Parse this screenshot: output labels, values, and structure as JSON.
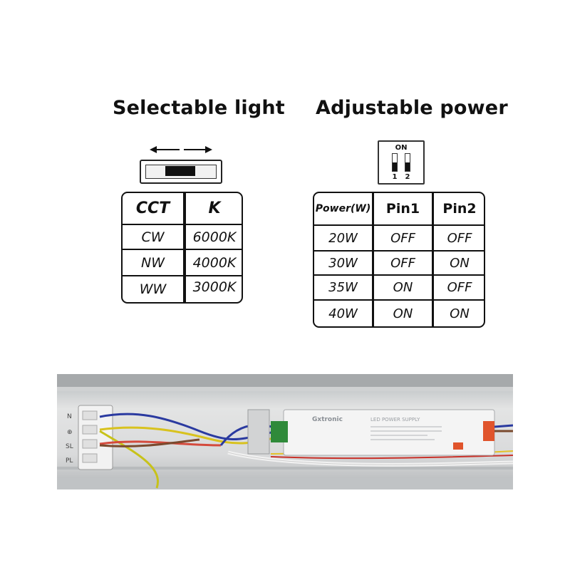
{
  "selectable_light": {
    "title": "Selectable light",
    "table": {
      "headers": [
        "CCT",
        "K"
      ],
      "rows": [
        [
          "CW",
          "6000K"
        ],
        [
          "NW",
          "4000K"
        ],
        [
          "WW",
          "3000K"
        ]
      ]
    }
  },
  "adjustable_power": {
    "title": "Adjustable power",
    "dip_switch": {
      "on_label": "ON",
      "pin_numbers": [
        "1",
        "2"
      ]
    },
    "table": {
      "headers": [
        "Power(W)",
        "Pin1",
        "Pin2"
      ],
      "rows": [
        [
          "20W",
          "OFF",
          "OFF"
        ],
        [
          "30W",
          "OFF",
          "ON"
        ],
        [
          "35W",
          "ON",
          "OFF"
        ],
        [
          "40W",
          "ON",
          "ON"
        ]
      ]
    }
  },
  "photo": {
    "terminal_labels": [
      "N",
      "⊕",
      "SL",
      "PL"
    ],
    "driver_brand": "Gxtronic",
    "driver_title": "LED POWER SUPPLY"
  }
}
